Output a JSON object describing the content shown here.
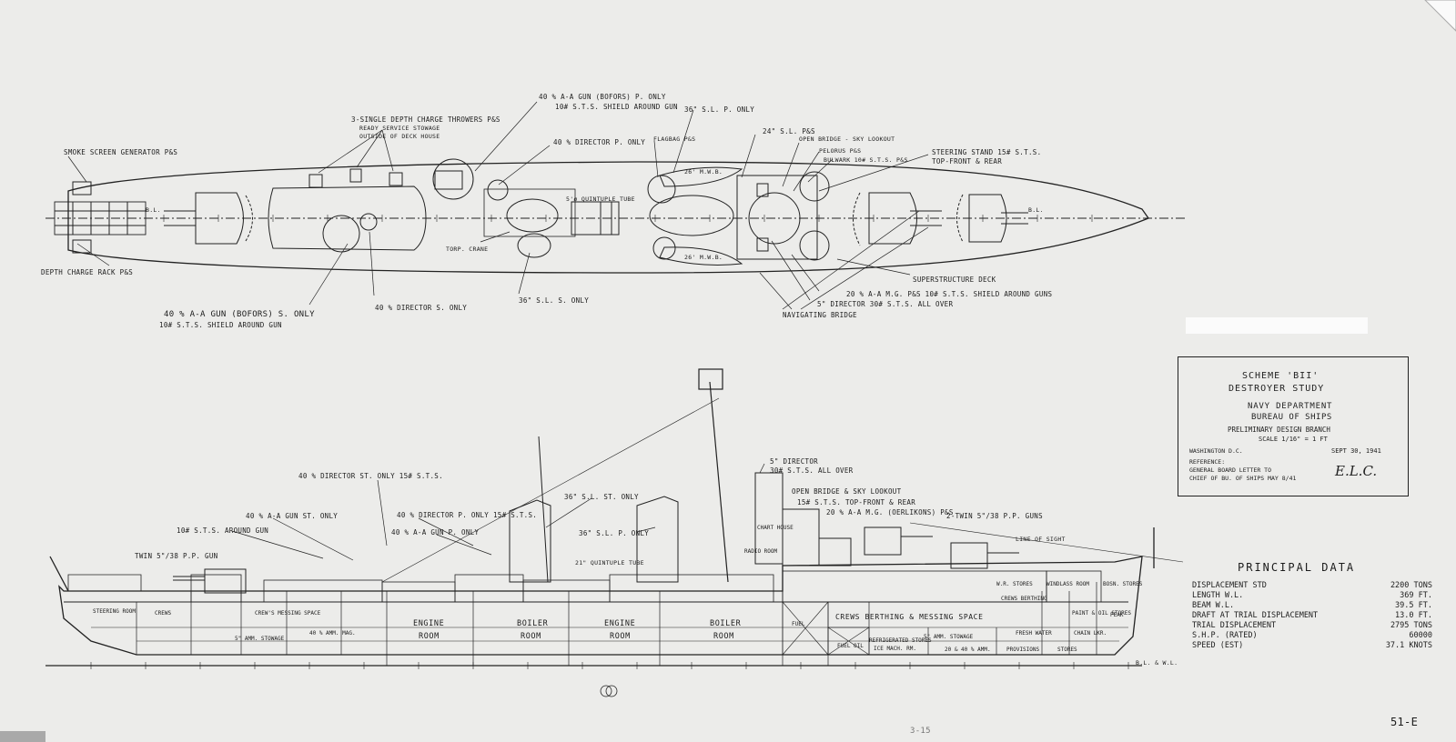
{
  "title_block": {
    "scheme": "SCHEME 'BII'",
    "study": "DESTROYER STUDY",
    "dept": "NAVY DEPARTMENT",
    "bureau": "BUREAU OF SHIPS",
    "branch": "PRELIMINARY DESIGN BRANCH",
    "scale": "SCALE 1/16\" = 1 FT",
    "place": "WASHINGTON D.C.",
    "date": "SEPT 30, 1941",
    "reference_label": "REFERENCE:",
    "reference_line1": "GENERAL BOARD LETTER TO",
    "reference_line2": "CHIEF OF BU. OF SHIPS MAY 8/41",
    "initials": "E.L.C."
  },
  "principal_data": {
    "heading": "PRINCIPAL DATA",
    "rows": [
      {
        "label": "DISPLACEMENT STD",
        "value": "2200 TONS"
      },
      {
        "label": "LENGTH W.L.",
        "value": "369 FT."
      },
      {
        "label": "BEAM W.L.",
        "value": "39.5 FT."
      },
      {
        "label": "DRAFT AT TRIAL DISPLACEMENT",
        "value": "13.0 FT."
      },
      {
        "label": "TRIAL DISPLACEMENT",
        "value": "2795 TONS"
      },
      {
        "label": "S.H.P. (RATED)",
        "value": "60000"
      },
      {
        "label": "SPEED (EST)",
        "value": "37.1 KNOTS"
      }
    ]
  },
  "plan_labels": {
    "smoke": "SMOKE SCREEN GENERATOR P&S",
    "dc_rack": "DEPTH CHARGE RACK P&S",
    "dc_throwers": "3-SINGLE DEPTH CHARGE THROWERS P&S",
    "ready_service": "READY SERVICE STOWAGE",
    "outside": "OUTSIDE OF DECK HOUSE",
    "gun40_p": "40 % A-A GUN (BOFORS) P. ONLY",
    "gun40_p_shield": "10# S.T.S. SHIELD AROUND GUN",
    "dir40_p": "40 % DIRECTOR P. ONLY",
    "sl36_p": "36\" S.L. P. ONLY",
    "flagbag": "FLAGBAG P&S",
    "sl24": "24\" S.L. P&S",
    "open_bridge": "OPEN BRIDGE - SKY LOOKOUT",
    "pelorus": "PELORUS P&S",
    "bulwark": "BULWARK 10# S.T.S. P&S",
    "steering": "STEERING STAND 15# S.T.S.",
    "steering2": "TOP-FRONT & REAR",
    "mwb": "26' M.W.B.",
    "torpedo": "5'ø QUINTUPLE TUBE",
    "topcrane": "TORP. CRANE",
    "sl36_s": "36\" S.L. S. ONLY",
    "superstructure": "SUPERSTRUCTURE DECK",
    "mg20": "20 % A-A M.G. P&S 10# S.T.S. SHIELD AROUND GUNS",
    "dir5": "5\" DIRECTOR 30# S.T.S. ALL OVER",
    "nav_bridge": "NAVIGATING BRIDGE",
    "gun40_s": "40 % A-A GUN (BOFORS) S. ONLY",
    "gun40_s_shield": "10# S.T.S. SHIELD AROUND GUN",
    "dir40_s": "40 % DIRECTOR S. ONLY",
    "bl": "B.L."
  },
  "profile_labels": {
    "twin_aft": "TWIN 5\"/38 P.P. GUN",
    "shield_aft": "10# S.T.S. AROUND GUN",
    "gun40_st": "40 % A-A GUN ST. ONLY",
    "dir40_st": "40 % DIRECTOR ST. ONLY 15# S.T.S.",
    "dir40_p": "40 % DIRECTOR P. ONLY 15# S.T.S.",
    "gun40_p": "40 % A-A GUN P. ONLY",
    "sl36_st": "36\" S.L. ST. ONLY",
    "sl36_p": "36\" S.L. P. ONLY",
    "quint": "21\" QUINTUPLE TUBE",
    "dir5": "5\" DIRECTOR",
    "dir5b": "30# S.T.S. ALL OVER",
    "open_bridge": "OPEN BRIDGE & SKY LOOKOUT",
    "sts15": "15# S.T.S. TOP-FRONT & REAR",
    "mg20": "20 % A-A M.G. (OERLIKONS) P&S",
    "twin_fwd": "2-TWIN 5\"/38 P.P. GUNS",
    "line_sight": "LINE OF SIGHT",
    "engine1": "ENGINE",
    "room": "ROOM",
    "boiler1": "BOILER",
    "crews_berthing": "CREWS BERTHING & MESSING SPACE",
    "steering_room": "STEERING ROOM",
    "crews_aft": "CREWS",
    "messing_aft": "CREW'S MESSING SPACE",
    "ammo5_aft": "5\" AMM. STOWAGE",
    "ammo40": "40 % AMM. MAG.",
    "ammo5_fwd": "5\" AMM. STOWAGE",
    "refrig": "REFRIGERATED STORES",
    "ice": "ICE MACH. RM.",
    "ammo20": "20 & 40 % AMM.",
    "fuel1": "FUEL OIL",
    "fuel2": "FUEL",
    "provisions": "PROVISIONS",
    "stores": "STORES",
    "peak": "PEAK",
    "fresh": "FRESH WATER",
    "chain": "CHAIN LKR.",
    "paint": "PAINT & OIL STORES",
    "bosun": "BOSN. STORES",
    "windlass": "WINDLASS ROOM",
    "wr": "W.R. STORES",
    "crews_fwd": "CREWS BERTHING",
    "chart": "CHART HOUSE",
    "radio": "RADIO ROOM",
    "bl": "B.L. & W.L."
  },
  "sheet": {
    "number": "51-E",
    "bottom_mark": "3-15"
  },
  "colors": {
    "paper": "#ececea",
    "ink": "#1c1c1c"
  }
}
